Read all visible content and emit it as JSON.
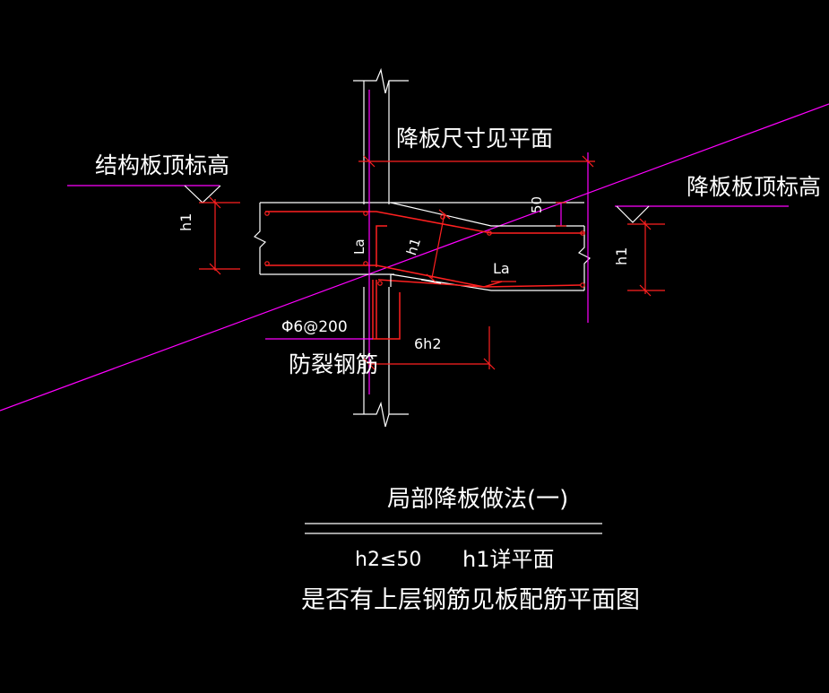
{
  "colors": {
    "background": "#000000",
    "concrete_outline": "#ffffff",
    "rebar": "#ff2020",
    "dimension": "#ff2020",
    "extension": "#ff00ff",
    "text": "#ffffff",
    "guide_line": "#ff00ff"
  },
  "labels": {
    "struct_top_elev": "结构板顶标高",
    "drop_top_elev": "降板板顶标高",
    "drop_size": "降板尺寸见平面",
    "h1_left": "h1",
    "h1_right": "h1",
    "h1_mid": "h1",
    "la_left": "La",
    "la_right": "La",
    "dim_50": "50",
    "rebar_spec": "Φ6@200",
    "crack_rebar": "防裂钢筋",
    "dim_6h2": "6h2"
  },
  "title": {
    "main": "局部降板做法(一)",
    "note_h2": "h2≤50",
    "note_h1": "h1详平面",
    "note_2": "是否有上层钢筋见板配筋平面图"
  }
}
